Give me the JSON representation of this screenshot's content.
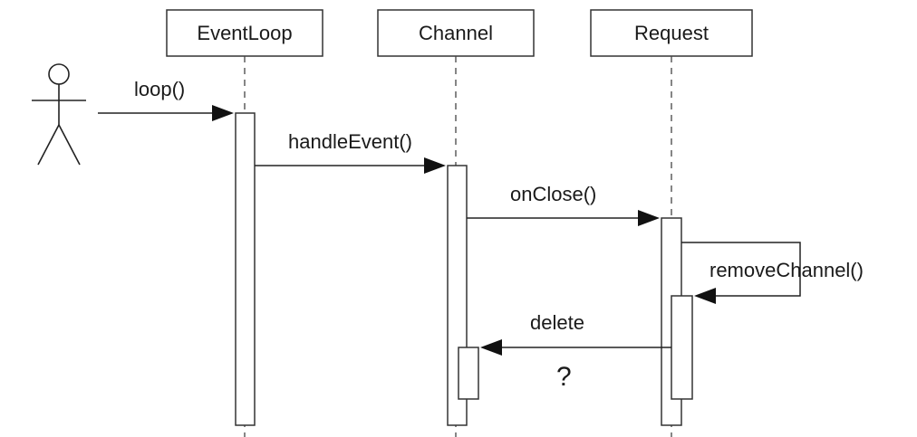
{
  "participants": {
    "eventloop": "EventLoop",
    "channel": "Channel",
    "request": "Request"
  },
  "messages": {
    "loop": "loop()",
    "handle_event": "handleEvent()",
    "on_close": "onClose()",
    "remove_channel": "removeChannel()",
    "delete": "delete"
  },
  "annotation": {
    "question_mark": "?"
  }
}
